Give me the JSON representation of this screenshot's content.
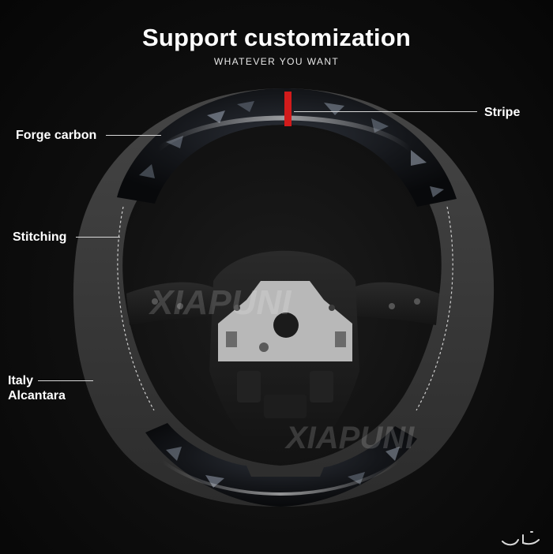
{
  "header": {
    "title": "Support customization",
    "subtitle": "WHATEVER YOU WANT"
  },
  "callouts": {
    "stripe": "Stripe",
    "forge_carbon": "Forge carbon",
    "stitching": "Stitching",
    "alcantara_line1": "Italy",
    "alcantara_line2": "Alcantara"
  },
  "watermark": {
    "brand": "XIAPUNI"
  },
  "colors": {
    "background": "#0b0b0b",
    "alcantara": "#3a3a3a",
    "carbon": "#15171b",
    "stripe": "#d21b1b",
    "text": "#ffffff"
  }
}
